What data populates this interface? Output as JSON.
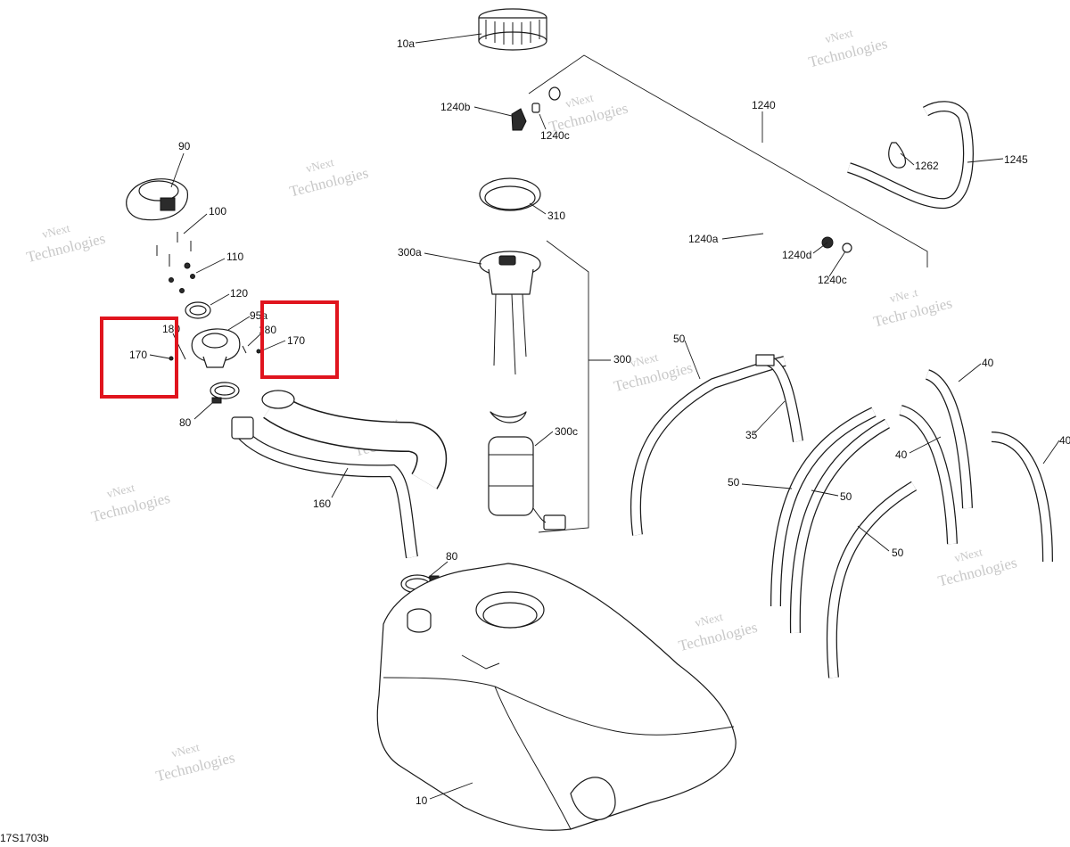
{
  "diagram": {
    "drawing_code": "17S1703b",
    "highlight_color": "#e0141e",
    "watermark": {
      "line1": "vNext",
      "line2": "Technologies"
    },
    "labels": {
      "p10a": "10a",
      "p1240b": "1240b",
      "p1240c_top": "1240c",
      "p1240": "1240",
      "p1245": "1245",
      "p1262": "1262",
      "p90": "90",
      "p100": "100",
      "p110": "110",
      "p120": "120",
      "p95a": "95a",
      "p180_left": "180",
      "p170_left": "170",
      "p180_right": "180",
      "p170_right": "170",
      "p80_clamp_left": "80",
      "p160": "160",
      "p310": "310",
      "p300a": "300a",
      "p300": "300",
      "p300c": "300c",
      "p1240a": "1240a",
      "p1240d": "1240d",
      "p1240c_mid": "1240c",
      "p50_top": "50",
      "p35": "35",
      "p40_top": "40",
      "p40_right": "40",
      "p40_mid": "40",
      "p50_left": "50",
      "p50_mid": "50",
      "p50_low": "50",
      "p80_tank": "80",
      "p10": "10"
    }
  }
}
